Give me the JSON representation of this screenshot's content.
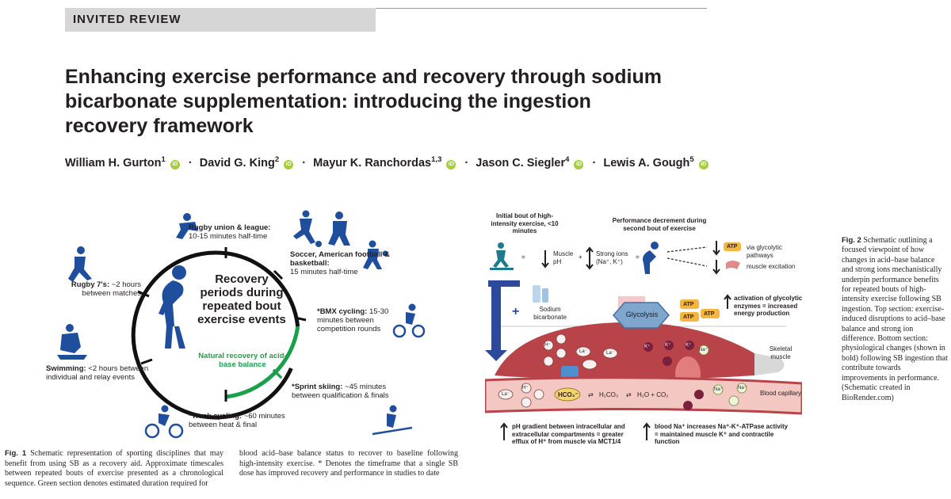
{
  "header": {
    "section_label": "INVITED REVIEW"
  },
  "article": {
    "title": "Enhancing exercise performance and recovery through sodium bicarbonate supplementation: introducing the ingestion recovery framework",
    "authors": [
      {
        "name": "William H. Gurton",
        "aff": "1"
      },
      {
        "name": "David G. King",
        "aff": "2"
      },
      {
        "name": "Mayur K. Ranchordas",
        "aff": "1,3"
      },
      {
        "name": "Jason C. Siegler",
        "aff": "4"
      },
      {
        "name": "Lewis A. Gough",
        "aff": "5"
      }
    ],
    "separator": "·",
    "orcid_badge": "iD"
  },
  "figure1": {
    "center_title": "Recovery periods during repeated bout exercise events",
    "natural_recovery": "Natural recovery of acid-base balance",
    "events": [
      {
        "name": "Rugby union & league:",
        "detail": "10-15 minutes half-time"
      },
      {
        "name": "Soccer, American football & basketball:",
        "detail": "15 minutes half-time"
      },
      {
        "name": "*BMX cycling:",
        "detail": "15-30 minutes between competition rounds"
      },
      {
        "name": "*Sprint skiing:",
        "detail": "~45 minutes between qualification & finals"
      },
      {
        "name": "*Track cycling:",
        "detail": "~60 minutes between heat & final"
      },
      {
        "name": "Swimming:",
        "detail": "<2 hours between individual and relay events"
      },
      {
        "name": "Rugby 7's:",
        "detail": "~2 hours between matches"
      }
    ],
    "caption_label": "Fig. 1",
    "caption_col1": "Schematic representation of sporting disciplines that may benefit from using SB as a recovery aid. Approximate timescales between repeated bouts of exercise presented as a chronological sequence. Green section denotes estimated duration required for",
    "caption_col2": "blood acid–base balance status to recover to baseline following high-intensity exercise. * Denotes the timeframe that a single SB dose has improved recovery and performance in studies to date"
  },
  "figure2": {
    "initial_bout": "Initial bout of high-intensity exercise, <10 minutes",
    "performance_decrement": "Performance decrement during second bout of exercise",
    "muscle_ph": "Muscle pH",
    "strong_ions": "Strong ions (Na⁺, K⁺)",
    "equals": "=",
    "plus": "+",
    "via_glycolytic": "via glycolytic pathways",
    "muscle_excitation": "muscle excitation",
    "sodium_bicarbonate": "Sodium bicarbonate",
    "glycolysis": "Glycolysis",
    "atp": "ATP",
    "activation": "activation of glycolytic enzymes = increased energy production",
    "skeletal_muscle": "Skeletal muscle",
    "blood_capillary": "Blood capillary",
    "equation": {
      "hco3": "HCO₃⁻",
      "h2co3": "H₂CO₃",
      "products": "H₂O + CO₂"
    },
    "ions": {
      "h": "H⁺",
      "la": "La⁻",
      "k": "K⁺",
      "na": "Na⁺"
    },
    "ph_gradient": "pH gradient between intracellular and extracellular compartments = greater efflux of H⁺ from muscle via MCT1/4",
    "blood_na": "blood Na⁺ increases Na⁺-K⁺-ATPase activity = maintained muscle K⁺ and contractile function",
    "caption_label": "Fig. 2",
    "caption_text": "Schematic outlining a focused viewpoint of how changes in acid–base balance and strong ions mechanistically underpin performance benefits for repeated bouts of high-intensity exercise following SB ingestion. Top section: exercise-induced disruptions to acid–base balance and strong ion difference. Bottom section: physiological changes (shown in bold) following SB ingestion that contribute towards improvements in performance. (Schematic created in BioRender.com)"
  },
  "colors": {
    "banner_bg": "#d6d6d6",
    "recovery_green": "#18a14a",
    "athlete_blue": "#1f4e9c",
    "muscle_red": "#b8444a",
    "orcid_green": "#a6ce39"
  }
}
